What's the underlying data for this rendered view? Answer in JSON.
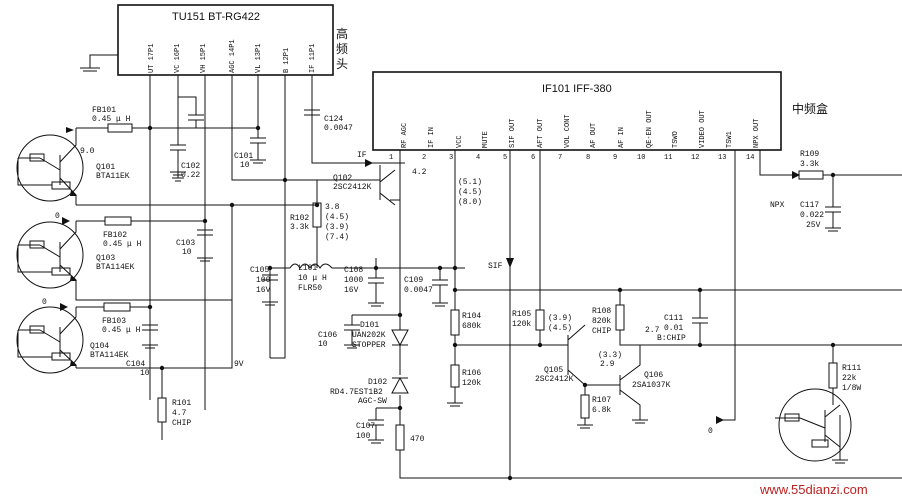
{
  "tuner": {
    "model": "TU151 BT-RG422",
    "side_label": [
      "高",
      "频",
      "头"
    ],
    "pins": [
      "UT 17P1",
      "VC 16P1",
      "VH 15P1",
      "AGC 14P1",
      "VL 13P1",
      "B 12P1",
      "IF 11P1"
    ]
  },
  "if_module": {
    "model": "IF101 IFF-380",
    "side_label": "中频盒",
    "pin_names": [
      "RF AGC",
      "IF IN",
      "VCC",
      "MUTE",
      "SIF OUT",
      "AFT OUT",
      "VOL CONT",
      "AF OUT",
      "AF IN",
      "QE-EN OUT",
      "TSWO",
      "VIDEO OUT",
      "TSW1",
      "NPX OUT"
    ],
    "pin_numbers": [
      "1",
      "2",
      "3",
      "4",
      "5",
      "6",
      "7",
      "8",
      "9",
      "10",
      "11",
      "12",
      "13",
      "14"
    ]
  },
  "labels": {
    "fb101": [
      "FB101",
      "0.45 μ H"
    ],
    "v_90": "9.0",
    "q101": [
      "Q101",
      "BTA11EK"
    ],
    "c102": [
      "C102",
      "0.22"
    ],
    "c101": [
      "C101",
      "10"
    ],
    "c124": [
      "C124",
      "0.0047"
    ],
    "if_net": "IF",
    "q102": [
      "Q102",
      "2SC2412K"
    ],
    "v_42": "4.2",
    "v_vcc": [
      "(5.1)",
      "(4.5)",
      "(8.0)"
    ],
    "zero1": "0",
    "fb102": [
      "FB102",
      "0.45 μ H"
    ],
    "q103": [
      "Q103",
      "BTA114EK"
    ],
    "c103": [
      "C103",
      "10"
    ],
    "r102": [
      "R102",
      "3.3k"
    ],
    "v_q102": [
      "3.8",
      "(4.5)",
      "(3.9)",
      "(7.4)"
    ],
    "c105": [
      "C105",
      "100",
      "16V"
    ],
    "l101": [
      "L101",
      "10 μ H",
      "FLR50"
    ],
    "c108": [
      "C108",
      "1000",
      "16V"
    ],
    "c109": [
      "C109",
      "0.0047"
    ],
    "sif_net": "SIF",
    "zero2": "0",
    "fb103": [
      "FB103",
      "0.45 μ H"
    ],
    "q104": [
      "Q104",
      "BTA114EK"
    ],
    "c104": [
      "C104",
      "10"
    ],
    "v9": "9V",
    "c106": [
      "C106",
      "10"
    ],
    "d101": [
      "D101",
      "UAN202K",
      "STOPPER"
    ],
    "r104": [
      "R104",
      "680k"
    ],
    "r105": [
      "R105",
      "120k"
    ],
    "v_r105": [
      "(3.9)",
      "(4.5)"
    ],
    "r108": [
      "R108",
      "820k",
      "CHIP"
    ],
    "v_27": "2.7",
    "c111": [
      "C111",
      "0.01",
      "B:CHIP"
    ],
    "r106": [
      "R106",
      "120k"
    ],
    "q105": [
      "Q105",
      "2SC2412K"
    ],
    "v_q106": [
      "(3.3)",
      "2.9"
    ],
    "q106": [
      "Q106",
      "2SA1037K"
    ],
    "d102": [
      "D102",
      "RD4.7EST1B2",
      "AGC-SW"
    ],
    "r107": [
      "R107",
      "6.8k"
    ],
    "r101": [
      "R101",
      "4.7",
      "CHIP"
    ],
    "c107": [
      "C107",
      "100"
    ],
    "r470": "470",
    "r109": [
      "R109",
      "3.3k"
    ],
    "npx_net": "NPX",
    "c117": [
      "C117",
      "0.022",
      "25V"
    ],
    "r111": [
      "R111",
      "22k",
      "1/8W"
    ],
    "zero3": "0"
  },
  "watermark": "www.55dianzi.com"
}
